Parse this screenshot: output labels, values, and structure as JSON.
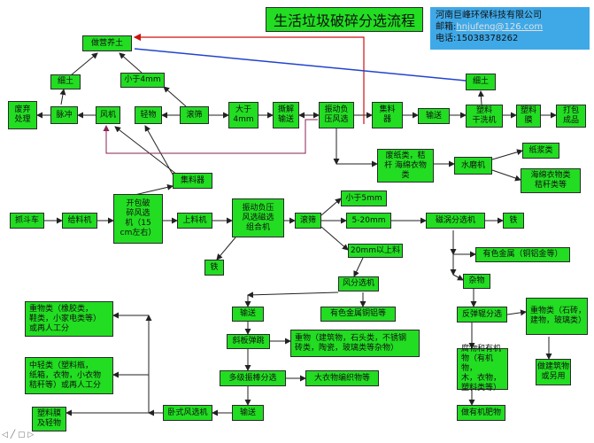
{
  "title": "生活垃圾破碎分选流程",
  "company": {
    "name": "河南巨峰环保科技有限公司",
    "email_label": "邮箱:",
    "email": "hnjufeng@126.com",
    "phone_label": "电话:",
    "phone": "15038378262"
  },
  "nodes": {
    "compost": "做营养土",
    "fine_soil_left": "细土",
    "under_4mm": "小于4mm",
    "waste_disposal": "废弃\n处理",
    "pulse": "脉冲",
    "fan": "风机",
    "light_matter": "轻物",
    "drum_top": "滚筛",
    "over_4mm": "大于\n4mm",
    "shred_convey": "撕解\n输送",
    "vib_neg_pressure": "振动负\n压风选",
    "collector_top": "集料\n器",
    "convey_top": "输送",
    "fine_soil_right": "细土",
    "plastic_dryer": "塑料\n干洗机",
    "plastic_film": "塑料\n膜",
    "bale_product": "打包\n成品",
    "paper_cloth": "废纸类，秸\n杆 海绵衣物\n类",
    "hydro_pulper": "水磨机",
    "pulp": "纸浆类",
    "sponge_straw": "海绵衣物类\n秸秆类等",
    "collector_mid": "集料器",
    "grab": "抓斗车",
    "feeder": "给料机",
    "bag_breaker": "开包破\n碎风选\n机（15\ncm左右）",
    "loader": "上料机",
    "vib_combo": "振动负压\n风选磁选\n组合机",
    "drum_mid": "滚筛",
    "under_5mm": "小于5mm",
    "range_5_20": "5-20mm",
    "over_20mm": "20mm以上料",
    "magnetic_sort": "磁涡分选机",
    "iron_right": "铁",
    "iron_left": "铁",
    "nonferrous_right": "有色金属（铜铝金等）",
    "impurities": "杂物",
    "reverse_spring": "反弹辊分选",
    "heavy_right": "重物类（石砖，\n建物，玻璃类）",
    "building_mat": "做建筑物\n或另用",
    "organics": "腐物和有机\n物（有机物，\n木，衣物，\n塑料类等）",
    "organic_fert": "做有机肥物",
    "wind_sort": "风分选机",
    "nonferrous_mid": "有色金属铜铝等",
    "convey_a": "输送",
    "inclined_screen": "斜板弹跳",
    "heavy_mid": "重物（建筑物，石头类，不锈钢\n砖类，陶瓷，玻璃类等杂物）",
    "multi_rod": "多级振棒分选",
    "big_cloth": "大衣物编织物等",
    "convey_b": "输送",
    "horizontal_wind": "卧式风选机",
    "heavy_left": "重物类（橡胶类，\n鞋类，小家电类等）\n或再人工分",
    "medium_light": "中轻类（塑料瓶，\n纸箱，衣物，小衣物\n秸秆等）或再人工分",
    "film_light": "塑料膜\n及轻物"
  },
  "colors": {
    "node_fill": "#22dd22",
    "company_fill": "#3fa9e8",
    "line": "#222222",
    "red_line": "#cc1111",
    "blue_line": "#2244cc",
    "purple_line": "#882255"
  }
}
